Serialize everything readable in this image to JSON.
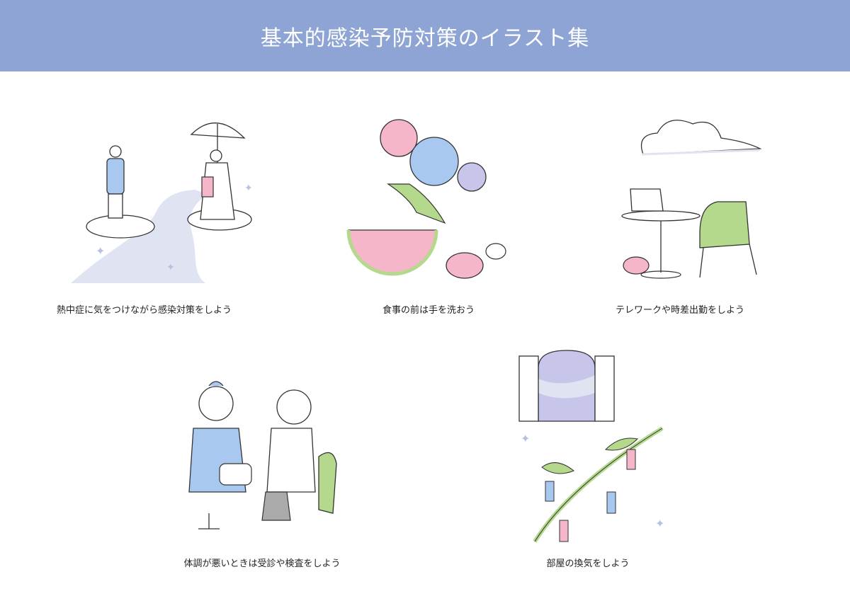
{
  "header": {
    "title": "基本的感染予防対策のイラスト集"
  },
  "colors": {
    "header_bg": "#8da4d4",
    "light_blue": "#a8c8ef",
    "pale_blue": "#dfe3f2",
    "pink": "#f4b6c8",
    "green": "#b4d98c",
    "lavender": "#c7c6ea",
    "line": "#333333"
  },
  "illustrations": [
    {
      "caption": "熱中症に気をつけながら感染対策をしよう"
    },
    {
      "caption": "食事の前は手を洗おう"
    },
    {
      "caption": "テレワークや時差出勤をしよう"
    },
    {
      "caption": "体調が悪いときは受診や検査をしよう"
    },
    {
      "caption": "部屋の換気をしよう"
    }
  ]
}
